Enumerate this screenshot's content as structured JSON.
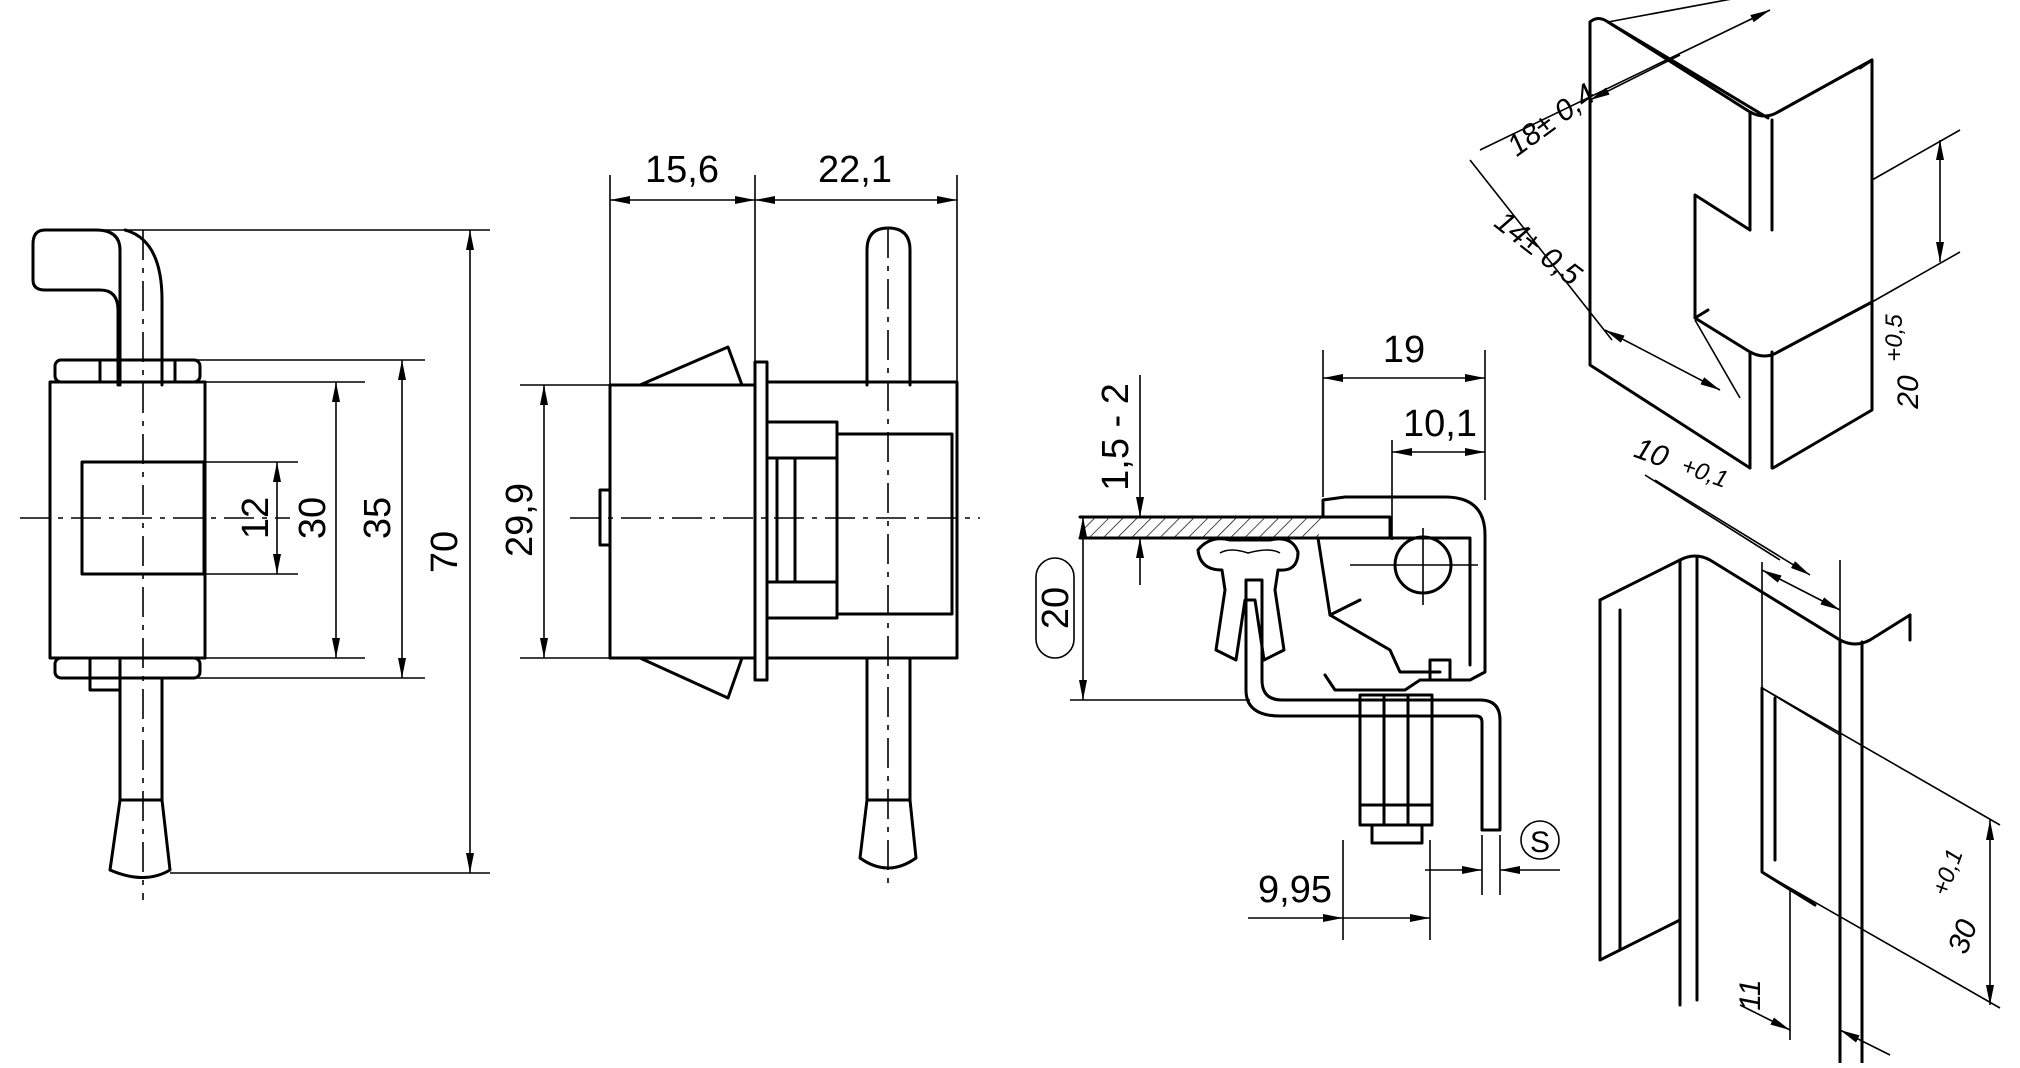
{
  "drawing": {
    "view1_front": {
      "dims": [
        "12",
        "30",
        "35",
        "70"
      ]
    },
    "view2_side": {
      "dims": [
        "15,6",
        "22,1",
        "29,9"
      ]
    },
    "view3_section": {
      "dims": [
        "19",
        "10,1",
        "1,5 - 2",
        "20",
        "9,95"
      ],
      "symbol": "S"
    },
    "view4_cutout_upper": {
      "dims": {
        "depth": "18± 0,4",
        "slot_width": "14± 0,5",
        "height_value": "20",
        "height_tol": "+0,5",
        "depth2_value": "10",
        "depth2_tol": "+0,1"
      }
    },
    "view5_cutout_lower": {
      "dims": {
        "height_value": "30",
        "height_tol": "+0,1",
        "offset": "11"
      }
    }
  }
}
